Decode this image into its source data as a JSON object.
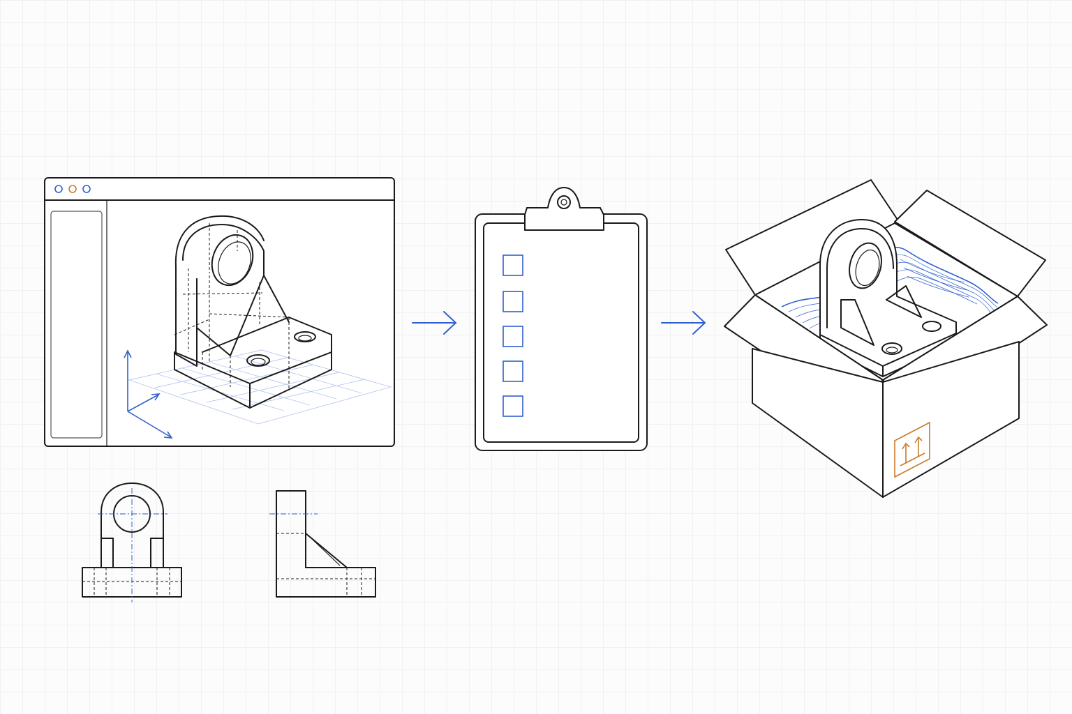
{
  "colors": {
    "ink": "#1a1a1a",
    "accent": "#2f5fd0",
    "warning": "#c87a2a",
    "grid": "#b9c9ef"
  },
  "cad_window": {
    "window_controls": [
      "circle-blue",
      "circle-orange",
      "circle-blue"
    ]
  },
  "icons": {
    "flow_arrow": "arrow-right-icon",
    "box_symbol": "this-side-up-icon"
  },
  "checklist": {
    "item_count": 5
  }
}
